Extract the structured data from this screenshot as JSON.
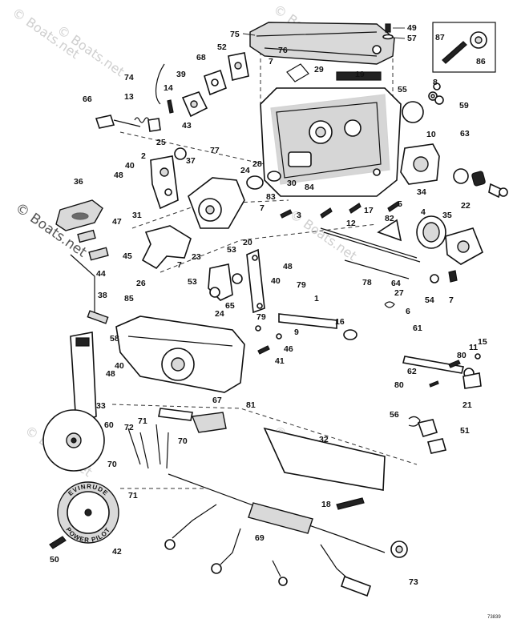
{
  "watermark": {
    "text": "© Boats.net",
    "side_text": "© Boats.net"
  },
  "wheel_label": {
    "top": "EVINRUDE",
    "bottom": "POWER PILOT"
  },
  "figure_code": "73839",
  "callouts": [
    "1",
    "2",
    "3",
    "5",
    "6",
    "7",
    "8",
    "9",
    "10",
    "11",
    "12",
    "13",
    "14",
    "15",
    "16",
    "17",
    "18",
    "19",
    "20",
    "21",
    "22",
    "23",
    "24",
    "25",
    "26",
    "27",
    "28",
    "29",
    "30",
    "31",
    "32",
    "33",
    "34",
    "35",
    "36",
    "37",
    "38",
    "39",
    "40",
    "41",
    "42",
    "43",
    "44",
    "45",
    "46",
    "47",
    "48",
    "49",
    "50",
    "51",
    "52",
    "53",
    "54",
    "55",
    "56",
    "57",
    "58",
    "59",
    "60",
    "61",
    "62",
    "63",
    "64",
    "65",
    "66",
    "67",
    "68",
    "69",
    "70",
    "71",
    "72",
    "73",
    "74",
    "75",
    "76",
    "77",
    "78",
    "79",
    "80",
    "81",
    "82",
    "83",
    "84",
    "85",
    "86",
    "87",
    "4"
  ]
}
